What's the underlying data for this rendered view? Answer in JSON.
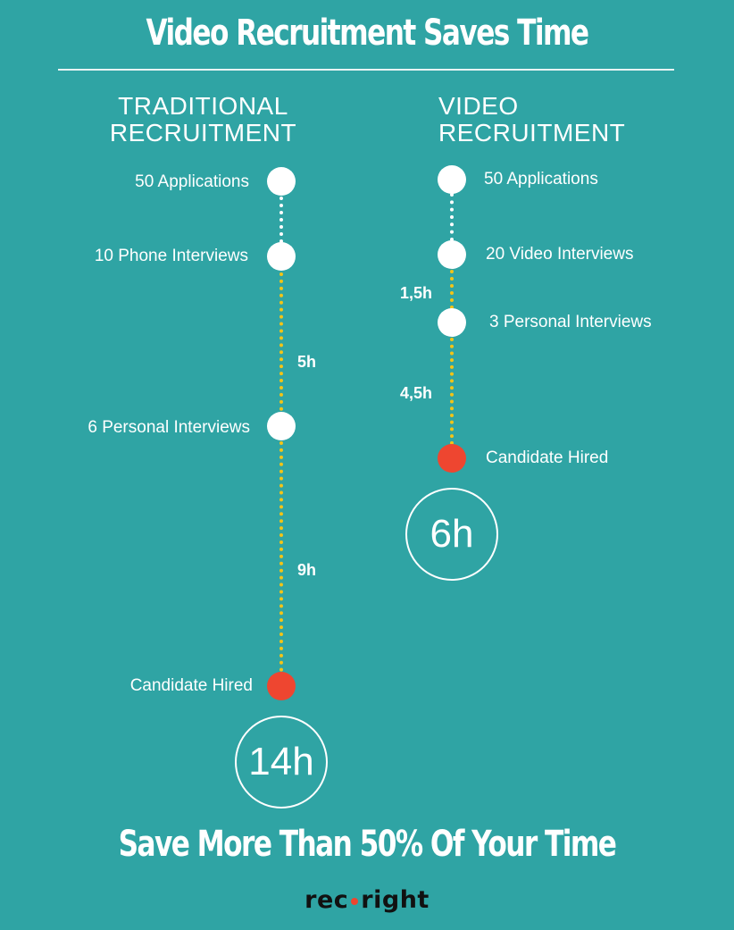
{
  "header": {
    "title": "Video Recruitment Saves Time"
  },
  "traditional": {
    "heading_line1": "TRADITIONAL",
    "heading_line2": "RECRUITMENT",
    "steps": [
      "50 Applications",
      "10 Phone Interviews",
      "6 Personal Interviews",
      "Candidate Hired"
    ],
    "durations": [
      "5h",
      "9h"
    ],
    "total": "14h"
  },
  "video": {
    "heading_line1": "VIDEO",
    "heading_line2": "RECRUITMENT",
    "steps": [
      "50 Applications",
      "20 Video Interviews",
      "3 Personal Interviews",
      "Candidate Hired"
    ],
    "durations": [
      "1,5h",
      "4,5h"
    ],
    "total": "6h"
  },
  "footer": {
    "tagline": "Save More Than 50% Of Your Time",
    "logo_left": "rec",
    "logo_right": "right"
  },
  "colors": {
    "background": "#2fa4a4",
    "node": "#ffffff",
    "hired_node": "#ee4630",
    "time_line": "#f3c416"
  }
}
